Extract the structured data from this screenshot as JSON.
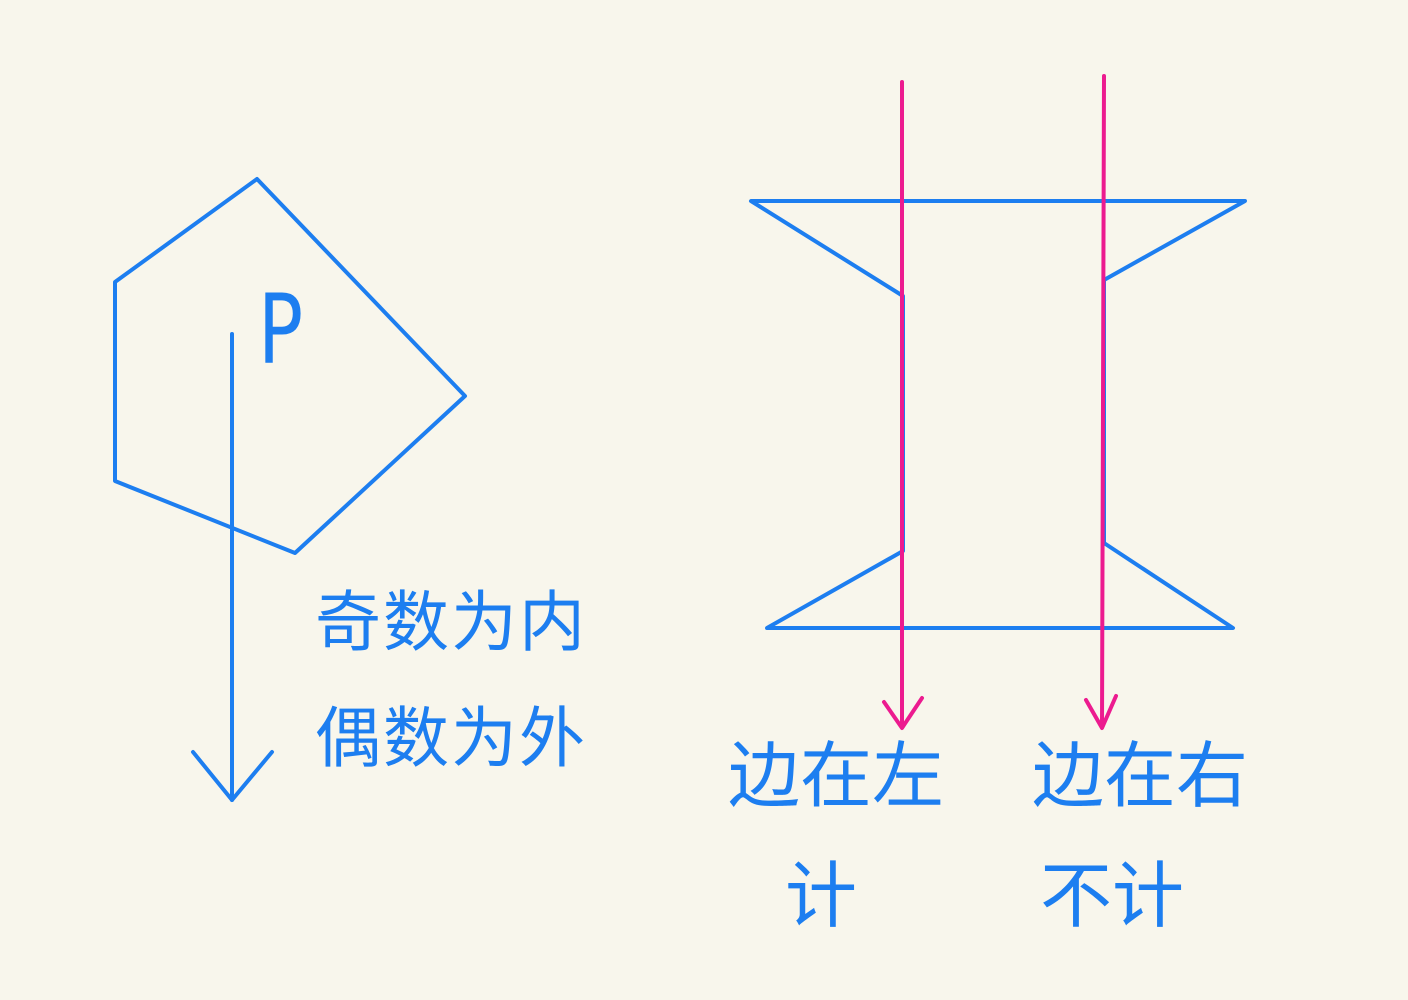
{
  "left_diagram": {
    "point_label": "P",
    "odd_rule": "奇数为内",
    "even_rule": "偶数为外"
  },
  "right_diagram": {
    "left_ray_label_line1": "边在左",
    "left_ray_label_line2": "计",
    "right_ray_label_line1": "边在右",
    "right_ray_label_line2": "不计"
  },
  "colors": {
    "polygon_ink": "#1d7ef0",
    "ray_ink": "#ec1b8f",
    "paper": "#f8f6ec"
  }
}
